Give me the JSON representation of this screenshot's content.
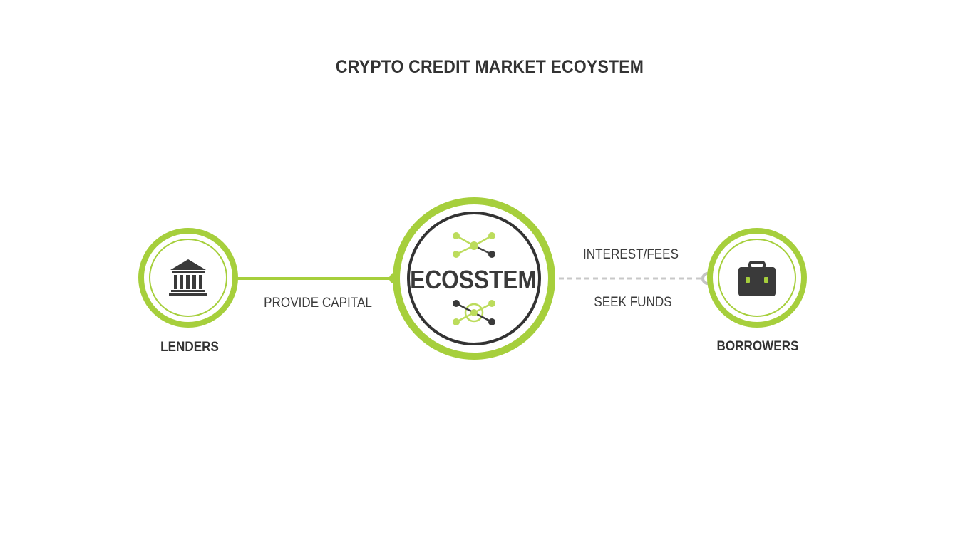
{
  "title": "CRYPTO CREDIT MARKET ECOYSTEM",
  "colors": {
    "accent": "#a6cf3c",
    "accent_light": "#bcdc5c",
    "dark": "#333333",
    "dashed": "#c8c8c8"
  },
  "nodes": {
    "lenders": {
      "label": "LENDERS",
      "icon": "bank-icon"
    },
    "center": {
      "label": "ECOSSTEM",
      "icon": "network-icon"
    },
    "borrowers": {
      "label": "BORROWERS",
      "icon": "briefcase-icon"
    }
  },
  "edges": {
    "provide_capital": "PROVIDE CAPITAL",
    "interest_fees": "INTEREST/FEES",
    "seek_funds": "SEEK FUNDS"
  }
}
